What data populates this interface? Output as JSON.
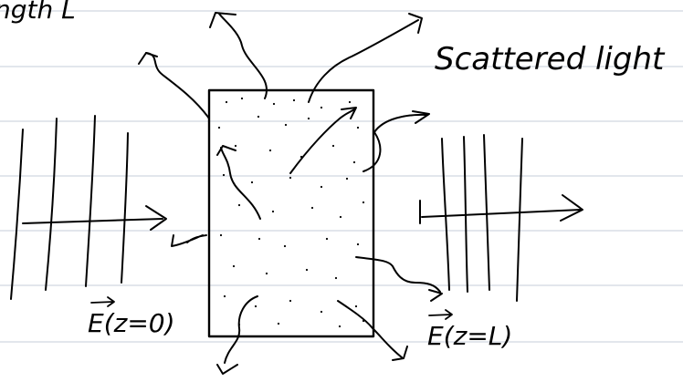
{
  "page": {
    "background": "#ffffff",
    "rule_color": "#d9dde6",
    "ink_color": "#000000"
  },
  "labels": {
    "top_fragment": "ngth  L",
    "scattered": "Scattered light",
    "input_field": "E(z=0)",
    "output_field": "E(z=L)"
  },
  "diagram": {
    "medium": "slab with random scatterers",
    "input_wavefronts": 4,
    "output_wavefronts": 4,
    "scattered_arrows": "wavy arrows leaving slab in many directions"
  }
}
